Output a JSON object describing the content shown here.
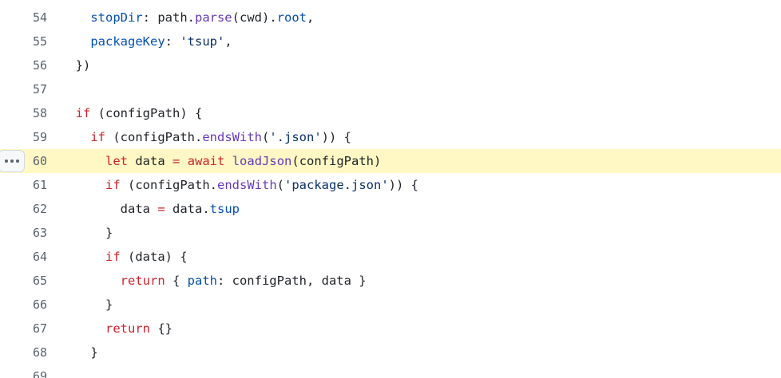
{
  "colors": {
    "keyword": "#cf222e",
    "function": "#6639ba",
    "property": "#0550ae",
    "string": "#0a3069",
    "text": "#1f2328",
    "line_number": "#59636e",
    "highlight": "#fff8c5"
  },
  "line_menu": {
    "icon": "kebab-horizontal-icon"
  },
  "highlighted_line": "60",
  "lines": [
    {
      "num": "54",
      "indent": "    ",
      "tokens": [
        {
          "t": "prop",
          "v": "stopDir"
        },
        {
          "t": "txt",
          "v": ": path."
        },
        {
          "t": "fn",
          "v": "parse"
        },
        {
          "t": "txt",
          "v": "(cwd)."
        },
        {
          "t": "prop",
          "v": "root"
        },
        {
          "t": "txt",
          "v": ","
        }
      ]
    },
    {
      "num": "55",
      "indent": "    ",
      "tokens": [
        {
          "t": "prop",
          "v": "packageKey"
        },
        {
          "t": "txt",
          "v": ": "
        },
        {
          "t": "str",
          "v": "'tsup'"
        },
        {
          "t": "txt",
          "v": ","
        }
      ]
    },
    {
      "num": "56",
      "indent": "  ",
      "tokens": [
        {
          "t": "txt",
          "v": "})"
        }
      ]
    },
    {
      "num": "57",
      "indent": "",
      "tokens": []
    },
    {
      "num": "58",
      "indent": "  ",
      "tokens": [
        {
          "t": "kw",
          "v": "if"
        },
        {
          "t": "txt",
          "v": " (configPath) {"
        }
      ]
    },
    {
      "num": "59",
      "indent": "    ",
      "tokens": [
        {
          "t": "kw",
          "v": "if"
        },
        {
          "t": "txt",
          "v": " (configPath."
        },
        {
          "t": "fn",
          "v": "endsWith"
        },
        {
          "t": "txt",
          "v": "("
        },
        {
          "t": "str",
          "v": "'.json'"
        },
        {
          "t": "txt",
          "v": ")) {"
        }
      ]
    },
    {
      "num": "60",
      "indent": "      ",
      "tokens": [
        {
          "t": "kw",
          "v": "let"
        },
        {
          "t": "txt",
          "v": " data "
        },
        {
          "t": "kw",
          "v": "="
        },
        {
          "t": "txt",
          "v": " "
        },
        {
          "t": "kw",
          "v": "await"
        },
        {
          "t": "txt",
          "v": " "
        },
        {
          "t": "fn",
          "v": "loadJson"
        },
        {
          "t": "txt",
          "v": "(configPath)"
        }
      ]
    },
    {
      "num": "61",
      "indent": "      ",
      "tokens": [
        {
          "t": "kw",
          "v": "if"
        },
        {
          "t": "txt",
          "v": " (configPath."
        },
        {
          "t": "fn",
          "v": "endsWith"
        },
        {
          "t": "txt",
          "v": "("
        },
        {
          "t": "str",
          "v": "'package.json'"
        },
        {
          "t": "txt",
          "v": ")) {"
        }
      ]
    },
    {
      "num": "62",
      "indent": "        ",
      "tokens": [
        {
          "t": "txt",
          "v": "data "
        },
        {
          "t": "kw",
          "v": "="
        },
        {
          "t": "txt",
          "v": " data."
        },
        {
          "t": "prop",
          "v": "tsup"
        }
      ]
    },
    {
      "num": "63",
      "indent": "      ",
      "tokens": [
        {
          "t": "txt",
          "v": "}"
        }
      ]
    },
    {
      "num": "64",
      "indent": "      ",
      "tokens": [
        {
          "t": "kw",
          "v": "if"
        },
        {
          "t": "txt",
          "v": " (data) {"
        }
      ]
    },
    {
      "num": "65",
      "indent": "        ",
      "tokens": [
        {
          "t": "kw",
          "v": "return"
        },
        {
          "t": "txt",
          "v": " { "
        },
        {
          "t": "prop",
          "v": "path"
        },
        {
          "t": "txt",
          "v": ": configPath, data }"
        }
      ]
    },
    {
      "num": "66",
      "indent": "      ",
      "tokens": [
        {
          "t": "txt",
          "v": "}"
        }
      ]
    },
    {
      "num": "67",
      "indent": "      ",
      "tokens": [
        {
          "t": "kw",
          "v": "return"
        },
        {
          "t": "txt",
          "v": " {}"
        }
      ]
    },
    {
      "num": "68",
      "indent": "    ",
      "tokens": [
        {
          "t": "txt",
          "v": "}"
        }
      ]
    },
    {
      "num": "69",
      "indent": "",
      "tokens": []
    }
  ]
}
